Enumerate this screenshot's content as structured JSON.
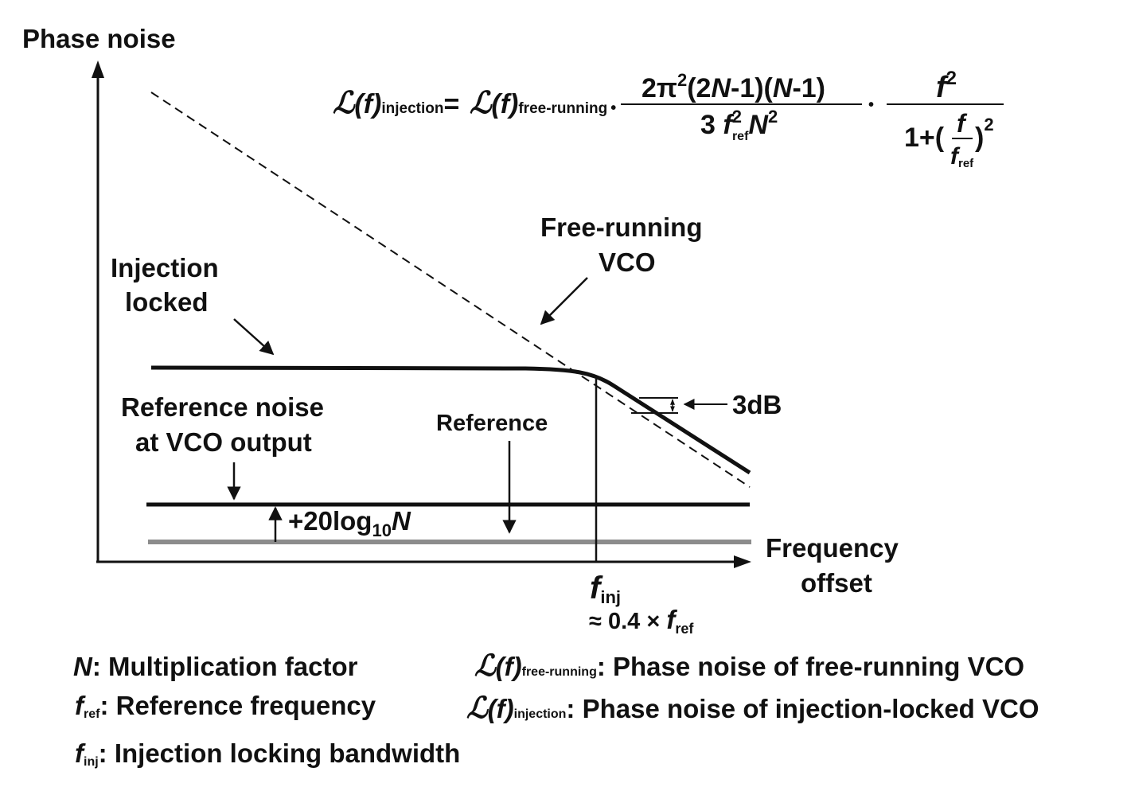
{
  "axes": {
    "y_label": "Phase noise",
    "x_label_line1": "Frequency",
    "x_label_line2": "offset"
  },
  "formula": {
    "script_L": "ℒ",
    "f_paren": "(f)",
    "sub_injection": "injection",
    "equals": "=",
    "sub_free_running": "free-running",
    "dot": "•",
    "num1_a": "2π",
    "num1_sup": "2",
    "num1_b": "(2",
    "num1_N1": "N",
    "num1_c": "-1)(",
    "num1_N2": "N",
    "num1_d": "-1)",
    "den1_a": "3 ",
    "den1_f": "f",
    "den1_sub": "ref",
    "den1_sup": "2",
    "den1_N": "N",
    "den1_sup2": "2",
    "num2_f": "f",
    "num2_sup": "2",
    "den2_a": "1+(",
    "den2_f": "f",
    "den2_fref": "f",
    "den2_sub": "ref",
    "den2_b": ")",
    "den2_sup": "2"
  },
  "labels": {
    "free_running_l1": "Free-running",
    "free_running_l2": "VCO",
    "injection_l1": "Injection",
    "injection_l2": "locked",
    "refnoise_l1": "Reference noise",
    "refnoise_l2": "at VCO output",
    "reference": "Reference",
    "three_db": "3dB",
    "gain_prefix": "+20log",
    "gain_sub": "10",
    "gain_N": "N",
    "finj_f": "f",
    "finj_sub": "inj",
    "approx": "≈ 0.4 × ",
    "approx_f": "f",
    "approx_sub": "ref"
  },
  "legend": {
    "n_sym": "N",
    "n_text": ": Multiplication factor",
    "fref_sym": "f",
    "fref_sub": "ref",
    "fref_text": ": Reference frequency",
    "finj_sym": "f",
    "finj_sub": "inj",
    "finj_text": ": Injection locking bandwidth",
    "lfree_sym": "ℒ",
    "lfree_paren": "(f)",
    "lfree_sub": "free-running",
    "lfree_text": ": Phase noise of free-running VCO",
    "linj_sym": "ℒ",
    "linj_paren": "(f)",
    "linj_sub": "injection",
    "linj_text": ": Phase noise of injection-locked VCO"
  },
  "colors": {
    "ink": "#111111",
    "reference_line": "#8c8c8c"
  }
}
